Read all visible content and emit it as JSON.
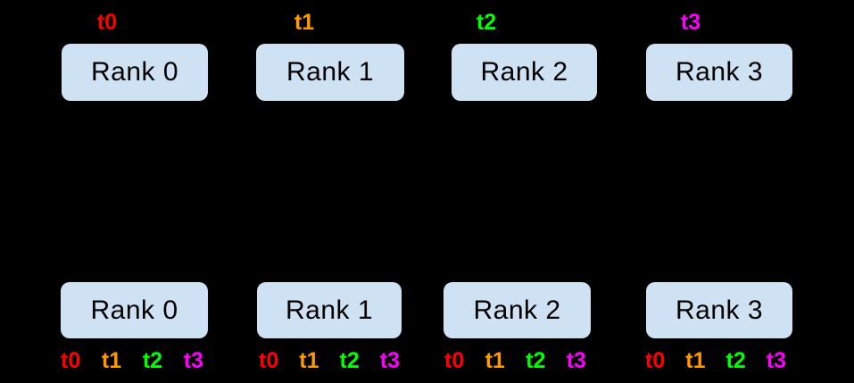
{
  "canvas": {
    "background": "#000000"
  },
  "colors": {
    "t0": "#ff0000",
    "t1": "#ff9900",
    "t2": "#00ff00",
    "t3": "#ff00ff",
    "box_fill": "#cfe2f3",
    "box_text": "#000000"
  },
  "top_row": {
    "ranks": [
      {
        "label": "Rank 0",
        "tag": "t0"
      },
      {
        "label": "Rank 1",
        "tag": "t1"
      },
      {
        "label": "Rank 2",
        "tag": "t2"
      },
      {
        "label": "Rank 3",
        "tag": "t3"
      }
    ]
  },
  "bottom_row": {
    "ranks": [
      {
        "label": "Rank 0",
        "tags": [
          "t0",
          "t1",
          "t2",
          "t3"
        ]
      },
      {
        "label": "Rank 1",
        "tags": [
          "t0",
          "t1",
          "t2",
          "t3"
        ]
      },
      {
        "label": "Rank 2",
        "tags": [
          "t0",
          "t1",
          "t2",
          "t3"
        ]
      },
      {
        "label": "Rank 3",
        "tags": [
          "t0",
          "t1",
          "t2",
          "t3"
        ]
      }
    ]
  }
}
